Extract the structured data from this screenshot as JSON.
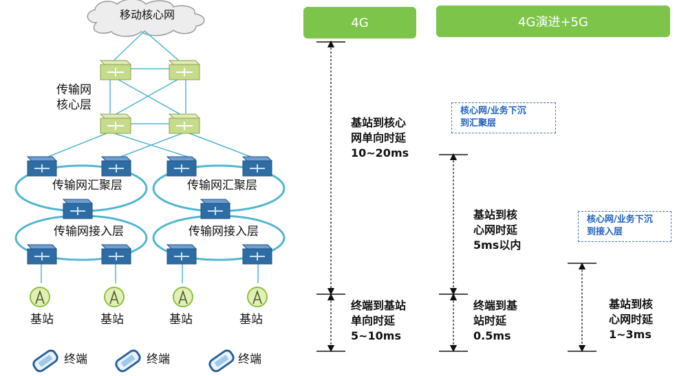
{
  "cloud_label": "移动核心网",
  "layers": {
    "core": [
      "传输网",
      "核心层"
    ],
    "aggregation": "传输网汇聚层",
    "access": "传输网接入层"
  },
  "base_station_label": "基站",
  "terminal_label": "终端",
  "headers": {
    "g4": "4G",
    "g5": "4G演进+5G"
  },
  "latency_4g": {
    "core": [
      "基站到核心",
      "网单向时延",
      "10~20ms"
    ],
    "terminal": [
      "终端到基站",
      "单向时延",
      "5~10ms"
    ]
  },
  "latency_5g_agg": {
    "note": [
      "核心网/业务下沉",
      "到汇聚层"
    ],
    "core": [
      "基站到核",
      "心网时延",
      "5ms以内"
    ],
    "terminal": [
      "终端到基",
      "站时延",
      "0.5ms"
    ]
  },
  "latency_5g_access": {
    "note": [
      "核心网/业务下沉",
      "到接入层"
    ],
    "core": [
      "基站到核",
      "心网时延",
      "1~3ms"
    ]
  },
  "colors": {
    "header_green": "#7dc54a",
    "note_blue": "#1f62c0",
    "ring_blue": "#4fb6d0",
    "router_green": "#c7dc8a",
    "switch_blue": "#2e6da4"
  }
}
